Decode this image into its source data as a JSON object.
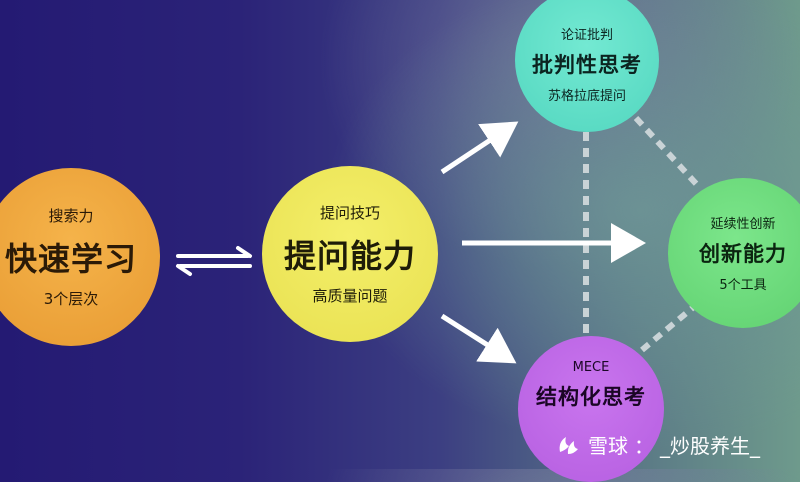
{
  "nodes": {
    "learn": {
      "top": "搜索力",
      "main": "快速学习",
      "bottom": "3个层次"
    },
    "ask": {
      "top": "提问技巧",
      "main": "提问能力",
      "bottom": "高质量问题"
    },
    "critical": {
      "top": "论证批判",
      "main": "批判性思考",
      "bottom": "苏格拉底提问"
    },
    "create": {
      "top": "延续性创新",
      "main": "创新能力",
      "bottom": "5个工具"
    },
    "struct": {
      "top": "MECE",
      "main": "结构化思考"
    }
  },
  "watermark": {
    "brand": "雪球",
    "separator": "：",
    "author": "_炒股养生_"
  }
}
